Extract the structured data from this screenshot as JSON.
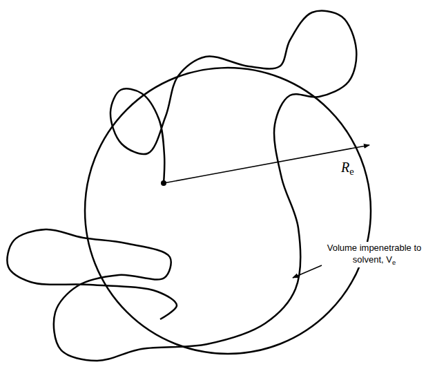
{
  "diagram": {
    "labels": [
      "R",
      "e",
      "Volume impenetrable to solvent, V",
      "e"
    ]
  }
}
